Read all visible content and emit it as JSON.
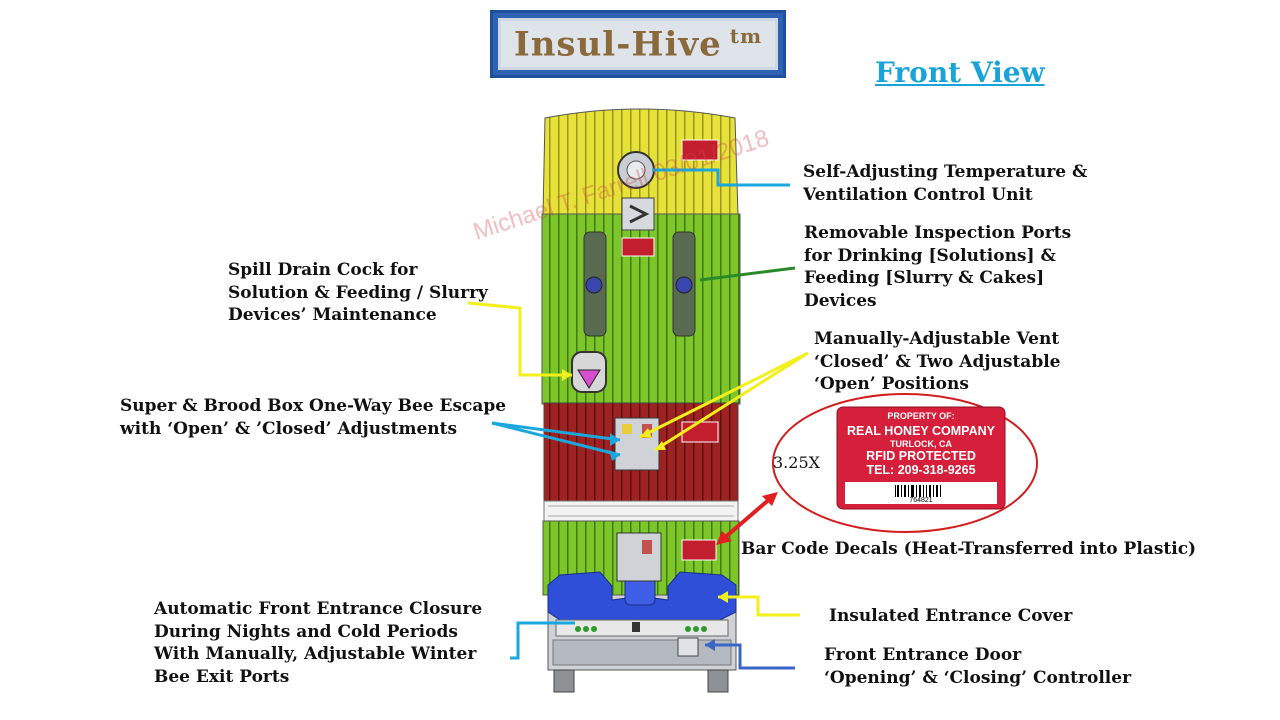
{
  "title": {
    "text": "Insul-Hive",
    "mark": "tm"
  },
  "view_title": "Front View",
  "watermark": "Michael T. Farrell 03/01/2018",
  "scale_label": "3.25X",
  "callouts": {
    "temp_control": "Self-Adjusting Temperature &\nVentilation Control Unit",
    "inspection_ports": "Removable Inspection Ports\nfor Drinking [Solutions] &\nFeeding [Slurry & Cakes]\nDevices",
    "spill_drain": "Spill Drain Cock for\nSolution & Feeding / Slurry\nDevices’ Maintenance",
    "manual_vent": "Manually-Adjustable Vent\n‘Closed’ & Two Adjustable\n‘Open’ Positions",
    "bee_escape": "Super & Brood Box One-Way Bee Escape\nwith ‘Open’ & ’Closed’ Adjustments",
    "bar_code": "Bar Code Decals (Heat-Transferred into Plastic)",
    "entrance_closure": "Automatic Front Entrance Closure\nDuring Nights and Cold Periods\nWith Manually, Adjustable Winter\nBee Exit Ports",
    "insulated_cover": "Insulated Entrance Cover",
    "entrance_door": "Front Entrance Door\n‘Opening’ & ‘Closing’ Controller"
  },
  "decal": {
    "property_of": "PROPERTY OF:",
    "company": "REAL HONEY COMPANY",
    "location": "TURLOCK, CA",
    "rfid": "RFID PROTECTED",
    "tel": "TEL: 209-318-9265",
    "barcode_number": "764821"
  },
  "colors": {
    "yellow_box": "#e6e23a",
    "green_box": "#7cc62a",
    "red_box": "#9e2222",
    "blue_cover": "#2f4fd8",
    "callout_cyan": "#1aa7dd",
    "callout_yellow": "#f2ef1a",
    "callout_red": "#e02020",
    "decal_red": "#d61f3a"
  }
}
